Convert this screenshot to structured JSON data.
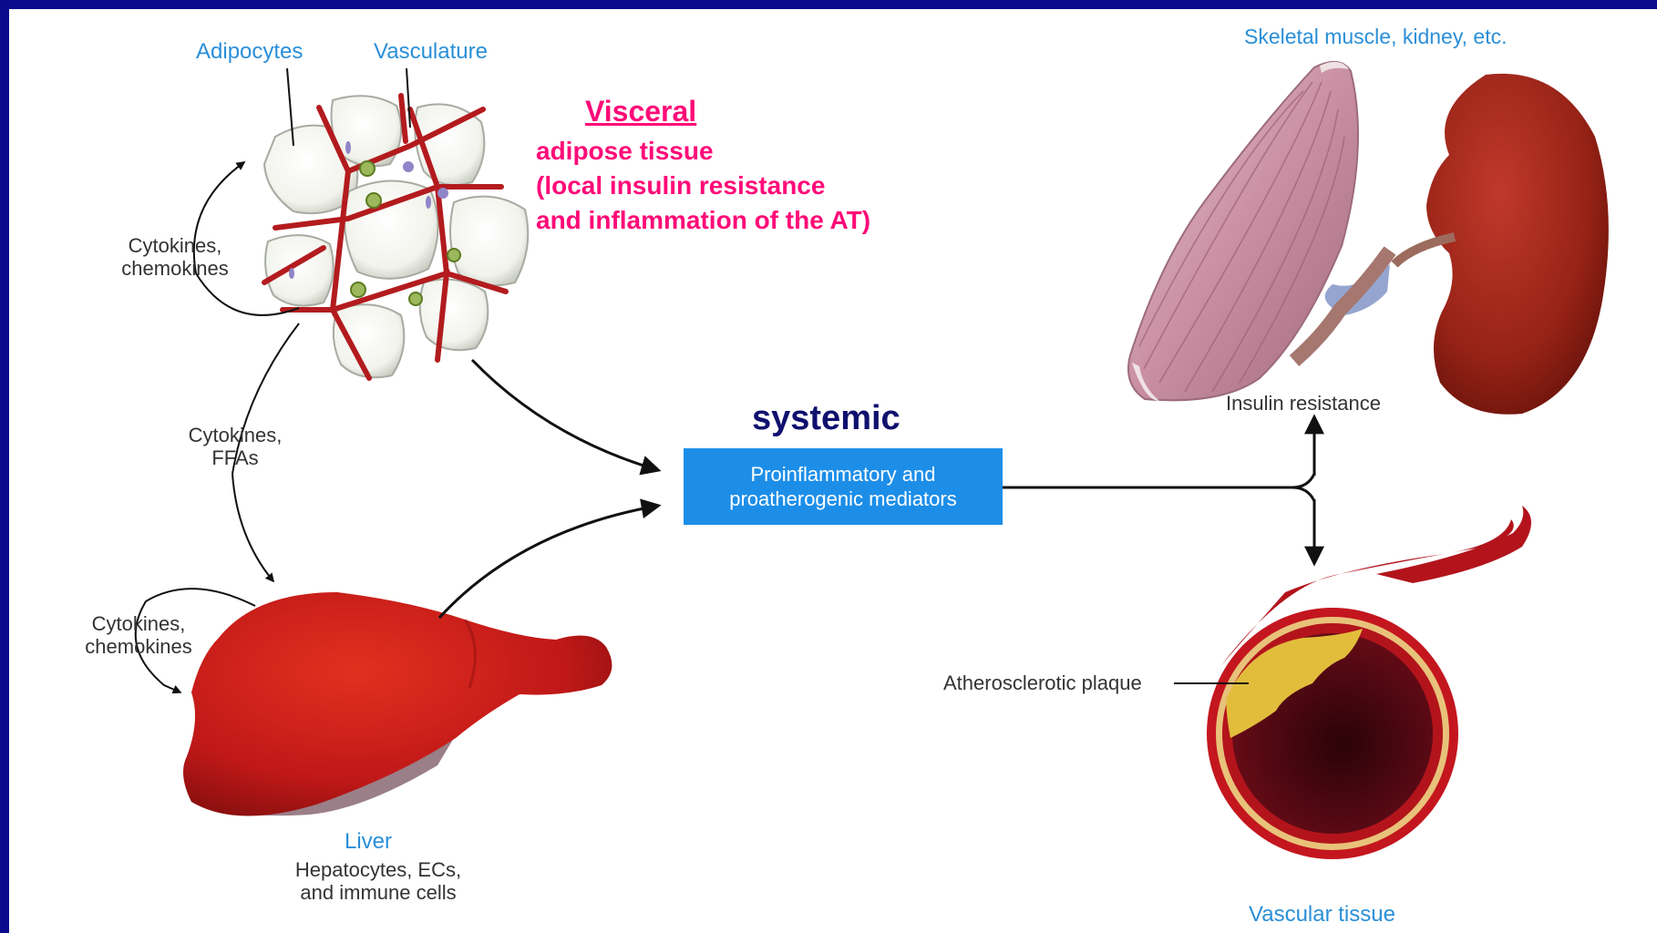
{
  "colors": {
    "frame": "#0a0a8c",
    "label_blue": "#2a8fd8",
    "accent_pink": "#ff0a78",
    "systemic_navy": "#10106e",
    "box_blue": "#1d8ee8",
    "organ_red": "#c91a1a",
    "plaque_yellow": "#e2bd3c",
    "muscle_pink": "#c98fa2"
  },
  "visceral": {
    "title": "Visceral",
    "line1": "adipose tissue",
    "line2": "(local insulin resistance",
    "line3": "and inflammation of the AT)"
  },
  "adipose": {
    "adipocytes_label": "Adipocytes",
    "vasculature_label": "Vasculature",
    "loop_label_1": "Cytokines,",
    "loop_label_2": "chemokines"
  },
  "liver": {
    "title": "Liver",
    "sub1": "Hepatocytes, ECs,",
    "sub2": "and immune cells",
    "loop_label_1": "Cytokines,",
    "loop_label_2": "chemokines"
  },
  "link_label": {
    "line1": "Cytokines,",
    "line2": "FFAs"
  },
  "systemic": "systemic",
  "mediators": {
    "line1": "Proinflammatory and",
    "line2": "proatherogenic mediators"
  },
  "targets": {
    "muscle_kidney": "Skeletal muscle, kidney, etc.",
    "insulin_resistance": "Insulin resistance",
    "plaque": "Atherosclerotic plaque",
    "vascular": "Vascular tissue"
  }
}
